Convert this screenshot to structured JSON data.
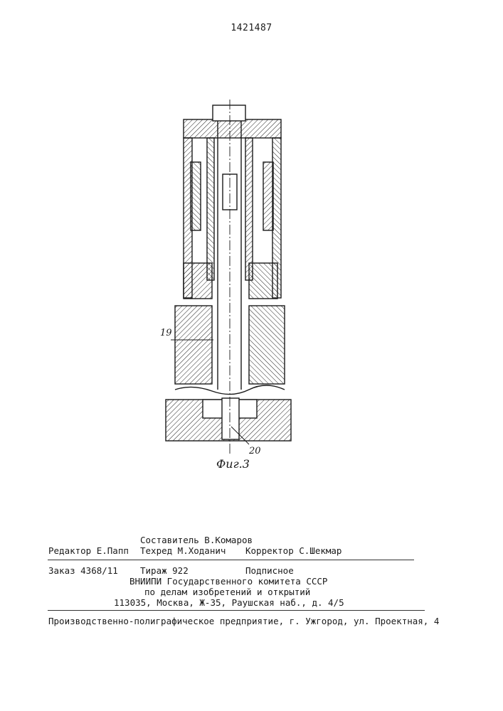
{
  "page_number": "1421487",
  "figure": {
    "caption": "Фиг.3",
    "callout_19": "19",
    "callout_20": "20"
  },
  "colophon": {
    "compiler": "Составитель В.Комаров",
    "editor": "Редактор Е.Папп",
    "techred": "Техред М.Ходанич",
    "corrector": "Корректор С.Шекмар",
    "order": "Заказ 4368/11",
    "circulation": "Тираж 922",
    "subscription": "Подписное",
    "org_line1": "ВНИИПИ Государственного комитета СССР",
    "org_line2": "по делам изобретений и открытий",
    "address": "113035, Москва, Ж-35, Раушская наб., д. 4/5",
    "printer": "Производственно-полиграфическое предприятие, г. Ужгород, ул. Проектная, 4"
  }
}
